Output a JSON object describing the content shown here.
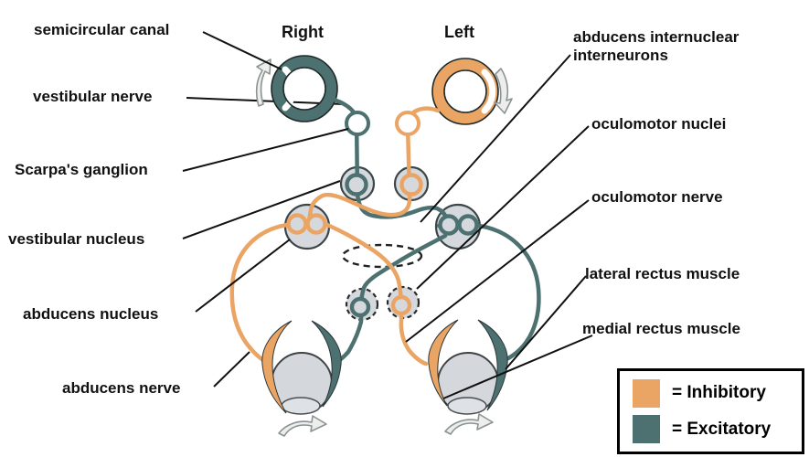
{
  "titles": {
    "right": "Right",
    "left": "Left"
  },
  "labels": {
    "semicircular_canal": "semicircular canal",
    "vestibular_nerve": "vestibular nerve",
    "scarpas_ganglion": "Scarpa's ganglion",
    "vestibular_nucleus": "vestibular nucleus",
    "abducens_nucleus": "abducens nucleus",
    "abducens_nerve": "abducens nerve",
    "abducens_internuclear_interneurons": "abducens internuclear interneurons",
    "oculomotor_nuclei": "oculomotor nuclei",
    "oculomotor_nerve": "oculomotor nerve",
    "lateral_rectus_muscle": "lateral rectus muscle",
    "medial_rectus_muscle": "medial rectus muscle"
  },
  "legend": {
    "inhibitory_label": "=  Inhibitory",
    "excitatory_label": "=  Excitatory"
  },
  "colors": {
    "inhibitory": "#EAA464",
    "excitatory": "#4C7170"
  }
}
